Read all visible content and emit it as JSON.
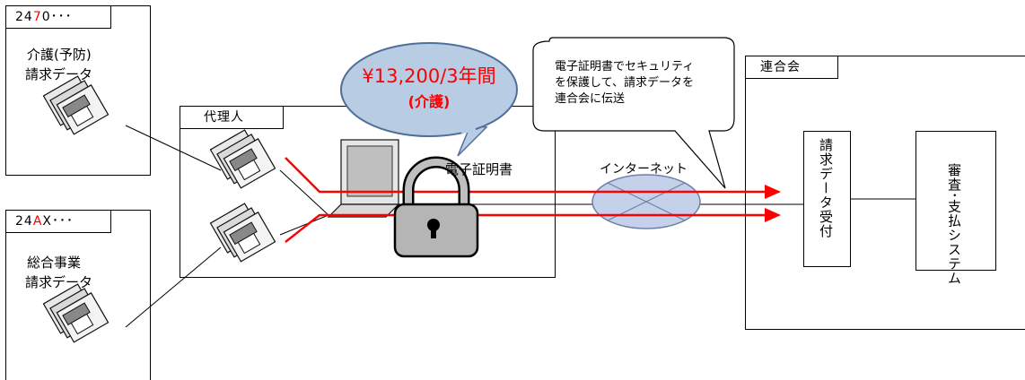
{
  "codes": {
    "care": {
      "prefix": "24",
      "highlight": "7",
      "suffix": "0･･･"
    },
    "general": {
      "prefix": "24",
      "highlight": "A",
      "suffix": "X･･･"
    },
    "highlight_color": "#ff0000"
  },
  "labels": {
    "care_claim": [
      "介護(予防)",
      "請求データ"
    ],
    "general_claim": [
      "総合事業",
      "請求データ"
    ],
    "agent": "代理人",
    "federation": "連合会",
    "certificate": "電子証明書",
    "internet": "インターネット",
    "receipt": "請求データ受付",
    "review": "審査･支払システム"
  },
  "price_bubble": {
    "line1": "¥13,200/3年間",
    "line2": "(介護)",
    "color": "#ff0000",
    "fill": "#b8cce4"
  },
  "callout": [
    "電子証明書でセキュリティ",
    "を保護して、請求データを",
    "連合会に伝送"
  ],
  "icons": [
    "floppy-disk-stack-icon",
    "laptop-icon",
    "padlock-icon",
    "internet-cloud-icon"
  ],
  "arrow_color": "#ff0000"
}
